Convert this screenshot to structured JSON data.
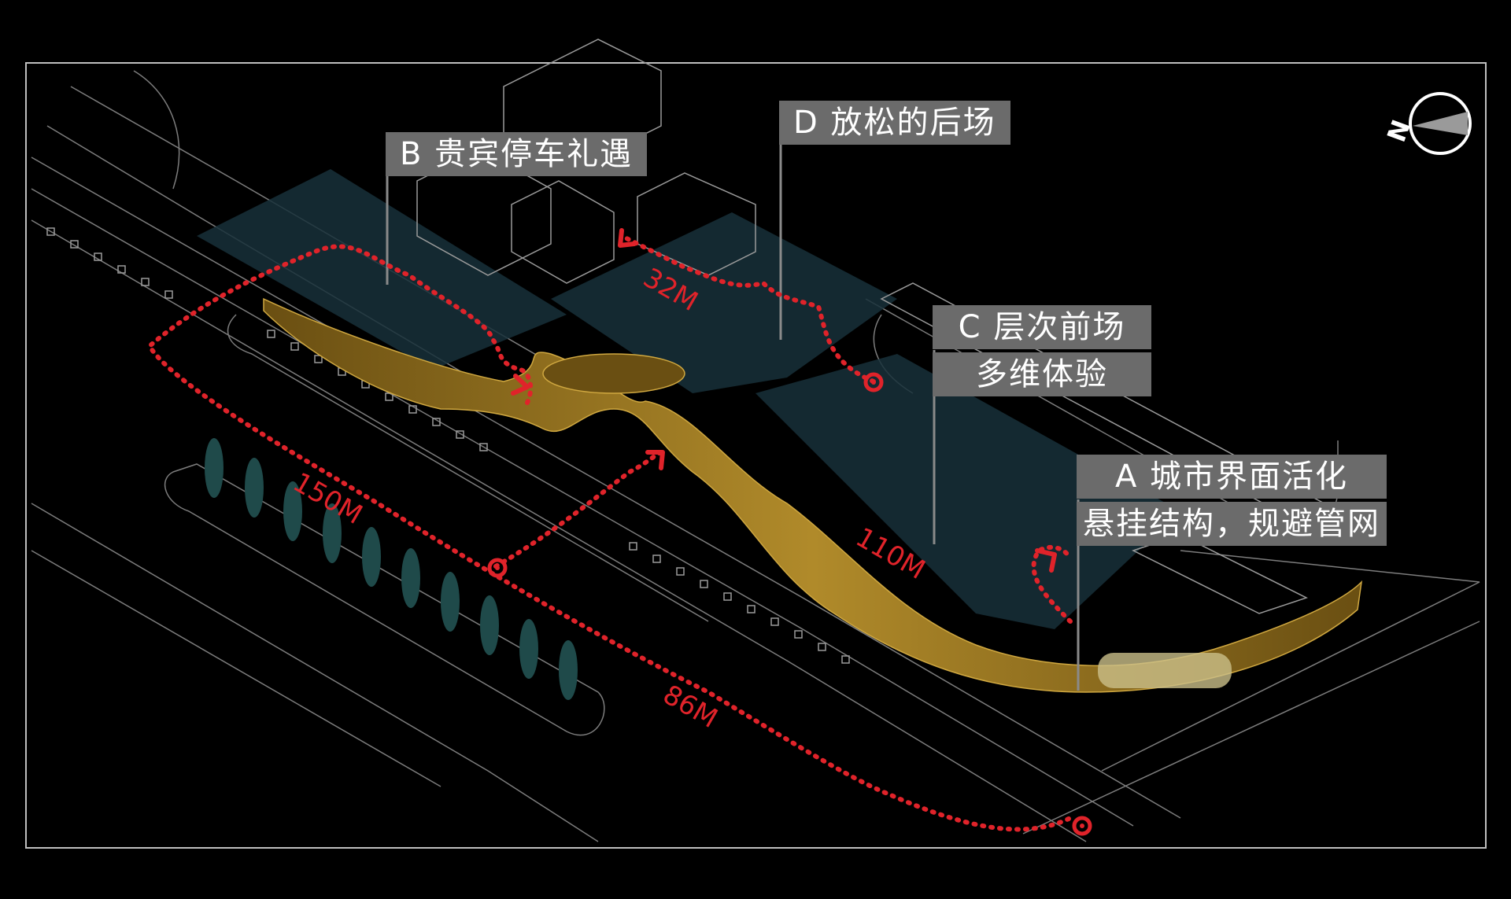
{
  "labels": {
    "b": "B 贵宾停车礼遇",
    "d": "D 放松的后场",
    "c1": "C 层次前场",
    "c2": "多维体验",
    "a1": "A 城市界面活化",
    "a2": "悬挂结构，规避管网"
  },
  "distances": {
    "d32": "32M",
    "d150": "150M",
    "d110": "110M",
    "d86": "86M"
  },
  "compass": {
    "letter": "N"
  },
  "colors": {
    "background": "#000000",
    "linework": "#8a8a8a",
    "route": "#e0232a",
    "canopy": "#8a6a1a",
    "zone": "#17303a",
    "tree": "#1f4a4a",
    "label_bg": "#6b6b6b"
  }
}
